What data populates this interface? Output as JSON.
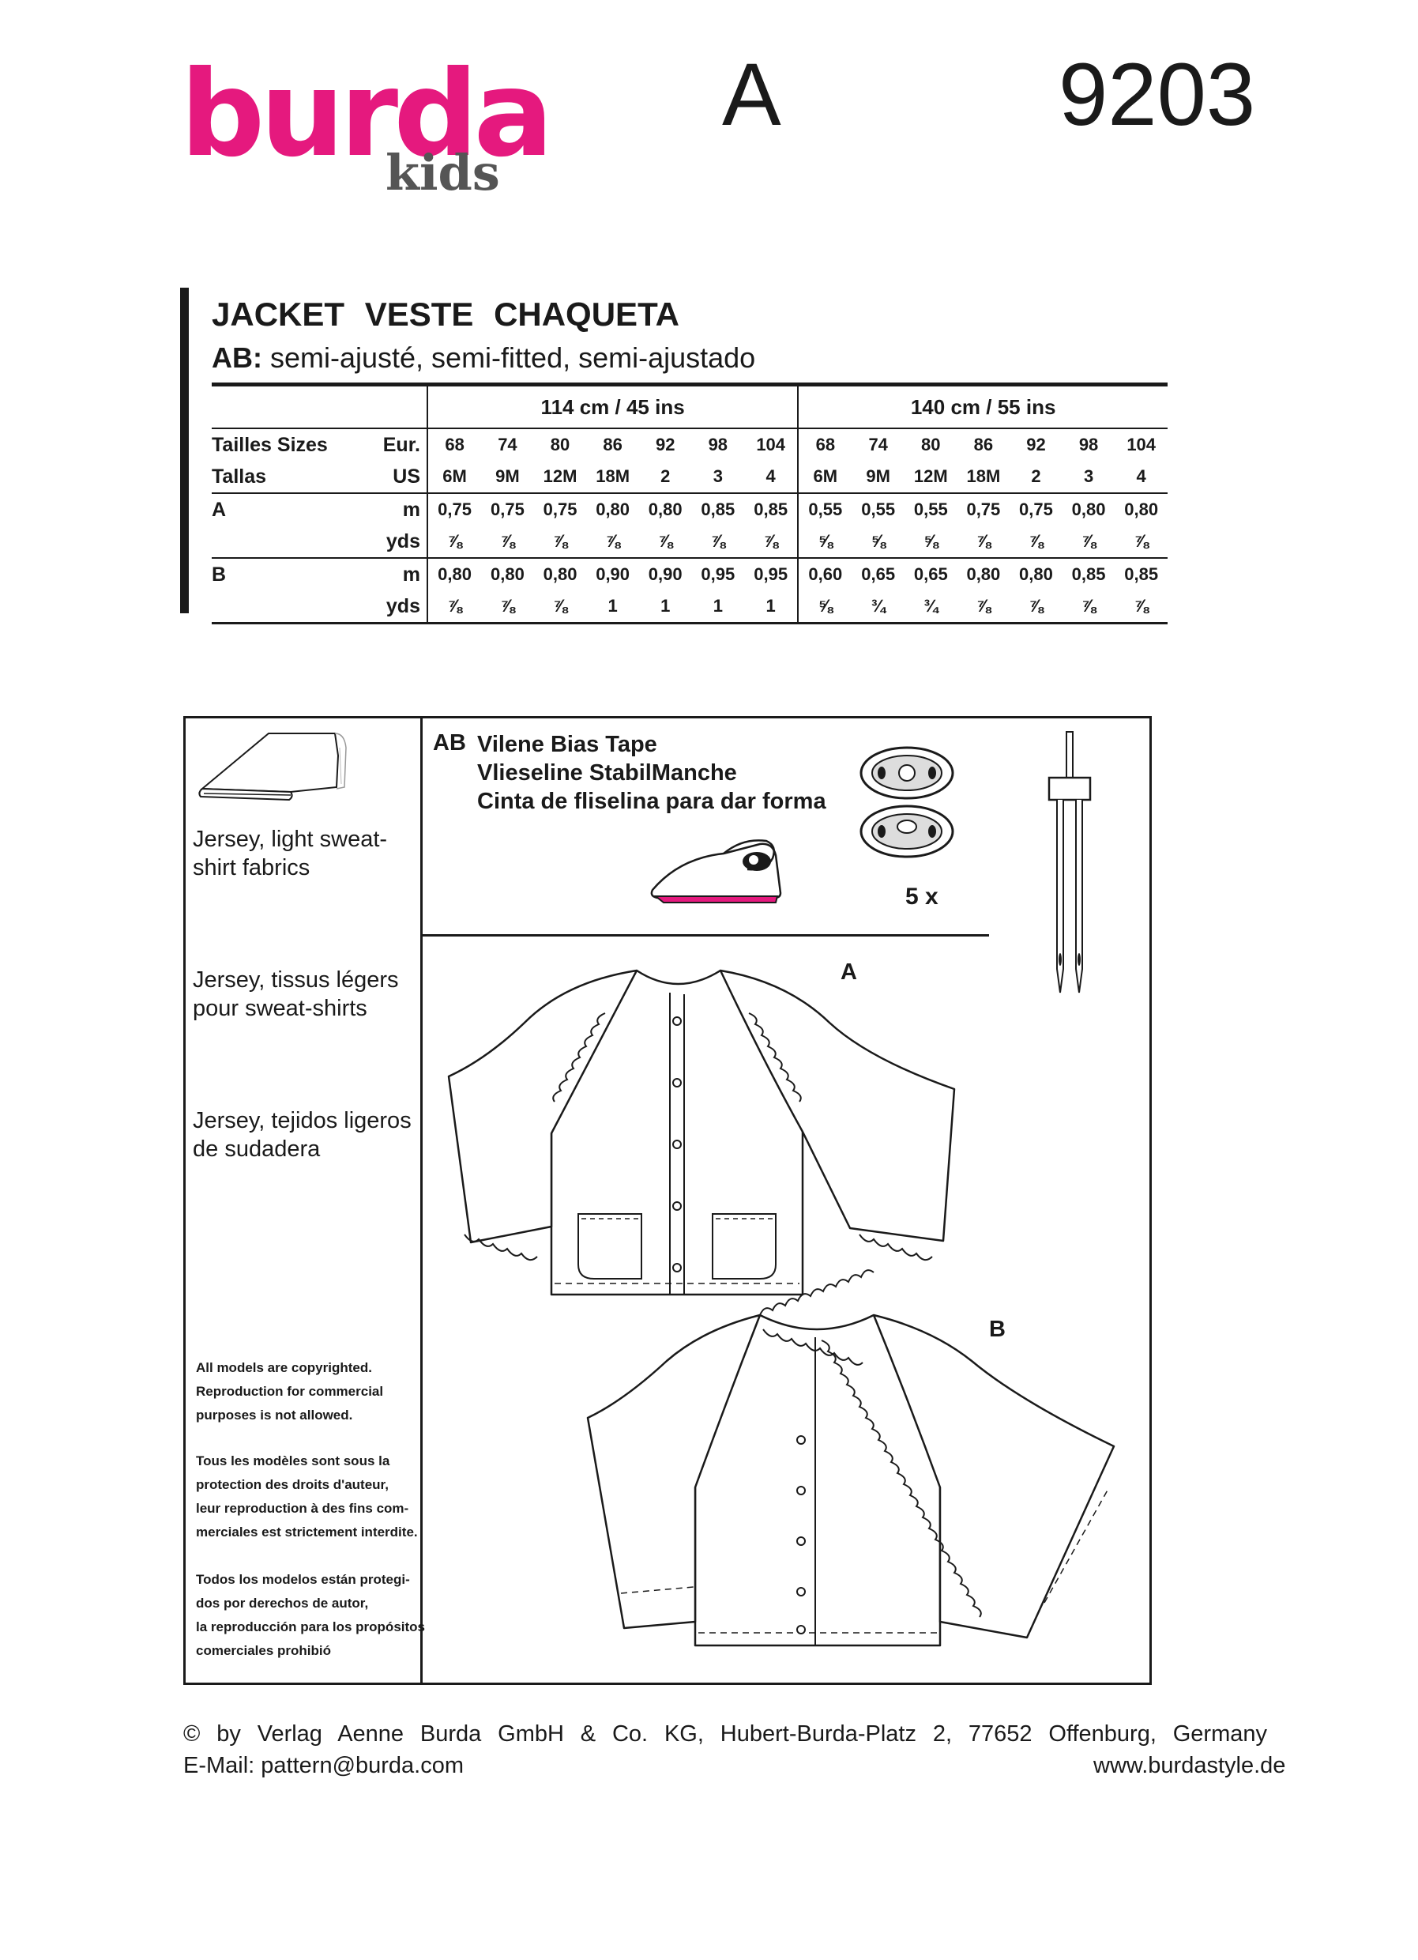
{
  "header": {
    "brand": "burda",
    "sub_brand": "kids",
    "view": "A",
    "pattern_number": "9203"
  },
  "title": {
    "main": "JACKET   VESTE   CHAQUETA",
    "fit_label": "AB:",
    "fit_text": " semi-ajusté, semi-fitted, semi-ajustado"
  },
  "yardage": {
    "widths": [
      "114 cm / 45 ins",
      "140 cm / 55 ins"
    ],
    "size_label_1": "Tailles   Sizes",
    "size_label_2": "Tallas",
    "eur_label": "Eur.",
    "us_label": "US",
    "eur_sizes": [
      "68",
      "74",
      "80",
      "86",
      "92",
      "98",
      "104",
      "68",
      "74",
      "80",
      "86",
      "92",
      "98",
      "104"
    ],
    "us_sizes": [
      "6M",
      "9M",
      "12M",
      "18M",
      "2",
      "3",
      "4",
      "6M",
      "9M",
      "12M",
      "18M",
      "2",
      "3",
      "4"
    ],
    "rows": [
      {
        "view": "A",
        "m_label": "m",
        "yds_label": "yds",
        "m": [
          "0,75",
          "0,75",
          "0,75",
          "0,80",
          "0,80",
          "0,85",
          "0,85",
          "0,55",
          "0,55",
          "0,55",
          "0,75",
          "0,75",
          "0,80",
          "0,80"
        ],
        "yds": [
          "⅞",
          "⅞",
          "⅞",
          "⅞",
          "⅞",
          "⅞",
          "⅞",
          "⅝",
          "⅝",
          "⅝",
          "⅞",
          "⅞",
          "⅞",
          "⅞"
        ]
      },
      {
        "view": "B",
        "m_label": "m",
        "yds_label": "yds",
        "m": [
          "0,80",
          "0,80",
          "0,80",
          "0,90",
          "0,90",
          "0,95",
          "0,95",
          "0,60",
          "0,65",
          "0,65",
          "0,80",
          "0,80",
          "0,85",
          "0,85"
        ],
        "yds": [
          "⅞",
          "⅞",
          "⅞",
          "1",
          "1",
          "1",
          "1",
          "⅝",
          "¾",
          "¾",
          "⅞",
          "⅞",
          "⅞",
          "⅞"
        ]
      }
    ]
  },
  "fabrics": {
    "en": [
      "Jersey, light sweat-",
      "shirt fabrics"
    ],
    "fr": [
      "Jersey, tissus légers",
      "pour sweat-shirts"
    ],
    "es": [
      "Jersey, tejidos ligeros",
      "de sudadera"
    ]
  },
  "copyright_notice": {
    "en": [
      "All models are copyrighted.",
      "Reproduction for commercial",
      "purposes is not allowed."
    ],
    "fr": [
      "Tous les modèles sont sous la",
      "protection des droits d'auteur,",
      "leur reproduction à des fins com-",
      "merciales est strictement interdite."
    ],
    "es": [
      "Todos los modelos están protegi-",
      "dos por derechos de autor,",
      "la reproducción para los propósitos",
      "comerciales prohibió"
    ]
  },
  "notions": {
    "views": "AB",
    "lines": [
      "Vilene Bias Tape",
      "Vlieseline StabilManche",
      "Cinta de fliselina para dar forma"
    ],
    "snaps_count": "5 x"
  },
  "view_labels": {
    "a": "A",
    "b": "B"
  },
  "icons": [
    "fabric-bolt-icon",
    "iron-icon",
    "snap-fastener-icon",
    "twin-needle-icon"
  ],
  "footer": {
    "line1": "©   by   Verlag   Aenne   Burda   GmbH   &   Co.   KG,   Hubert-Burda-Platz   2,   77652   Offenburg,   Germany",
    "email": "E-Mail: pattern@burda.com",
    "website": "www.burdastyle.de"
  },
  "colors": {
    "brand": "#e5197e",
    "ink": "#1a1a1a",
    "sub_brand": "#555555"
  }
}
